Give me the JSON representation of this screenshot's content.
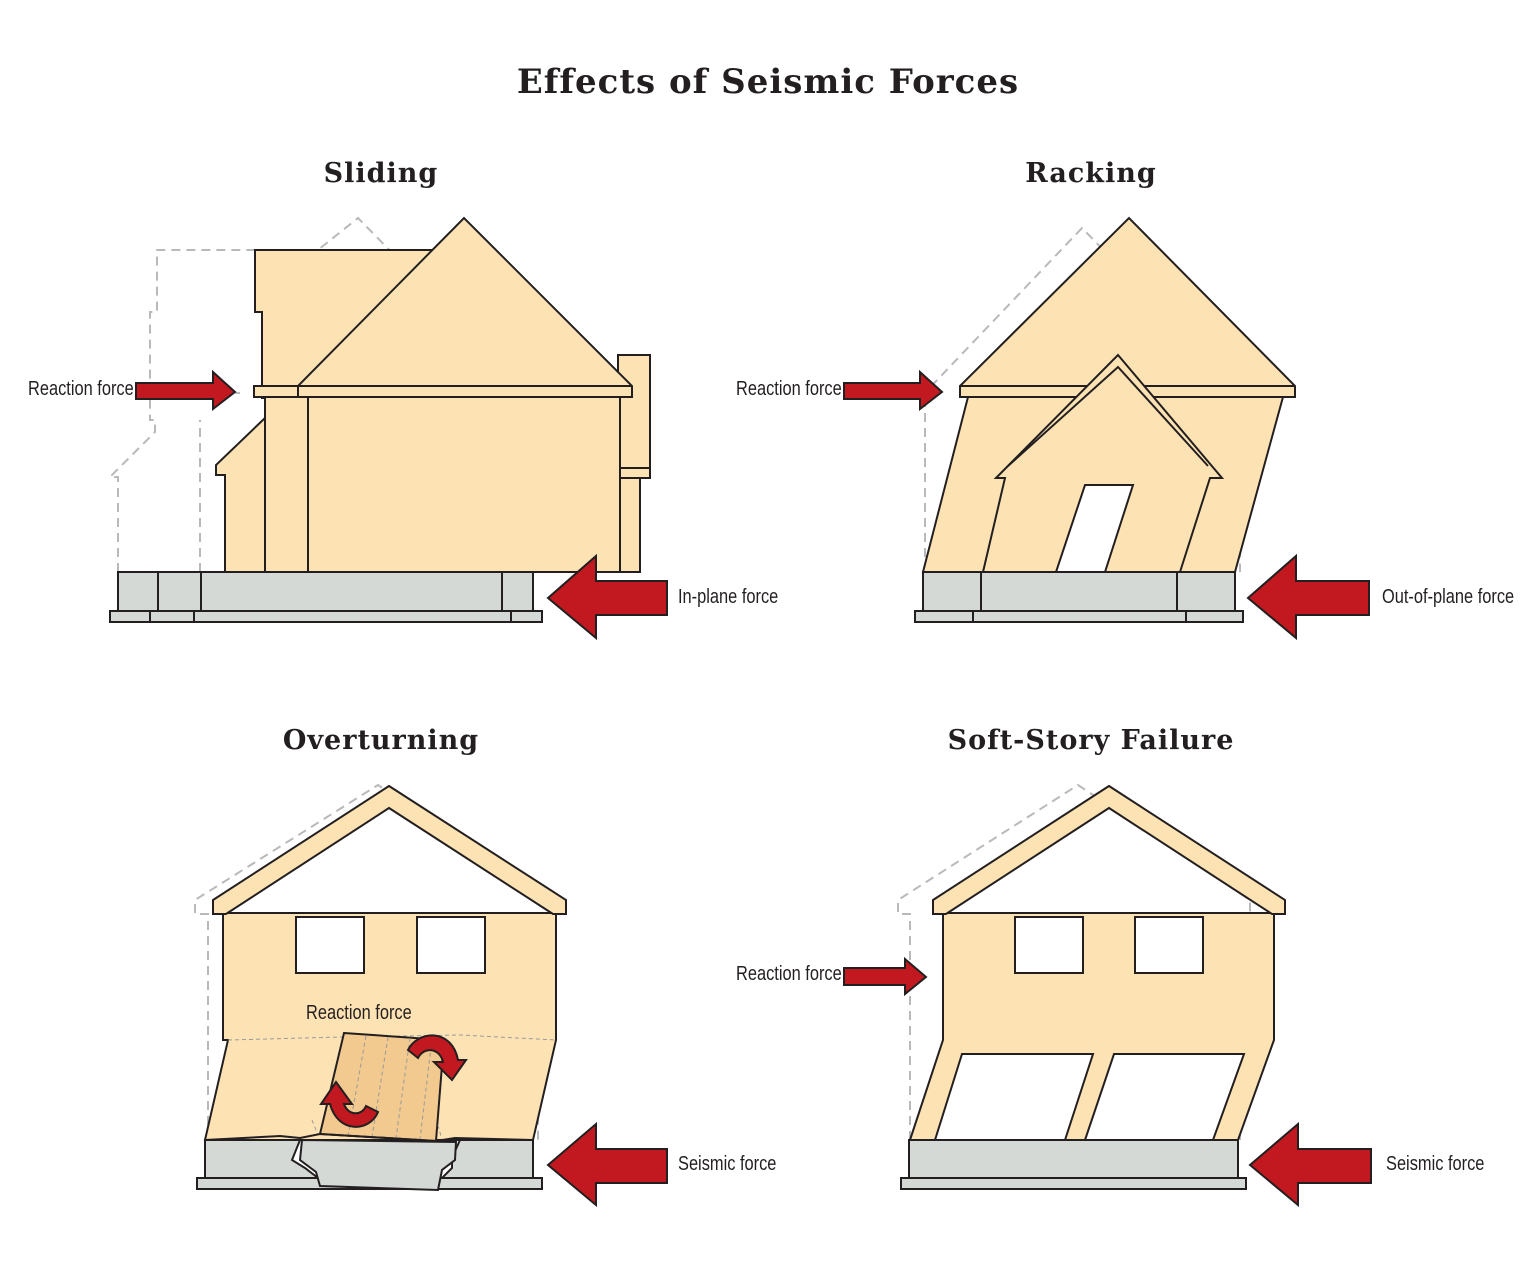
{
  "title": "Effects of Seismic Forces",
  "colors": {
    "wall_fill": "#fde3b4",
    "foundation_fill": "#d4d9d6",
    "arrow_fill": "#c1191f",
    "outline": "#231f20",
    "ghost_outline": "#b9b9b9"
  },
  "panels": {
    "sliding": {
      "title": "Sliding",
      "reaction_label": "Reaction force",
      "force_label": "In-plane force"
    },
    "racking": {
      "title": "Racking",
      "reaction_label": "Reaction force",
      "force_label": "Out-of-plane force"
    },
    "overturning": {
      "title": "Overturning",
      "reaction_label": "Reaction force",
      "force_label": "Seismic force"
    },
    "soft_story": {
      "title": "Soft-Story Failure",
      "reaction_label": "Reaction force",
      "force_label": "Seismic force"
    }
  }
}
